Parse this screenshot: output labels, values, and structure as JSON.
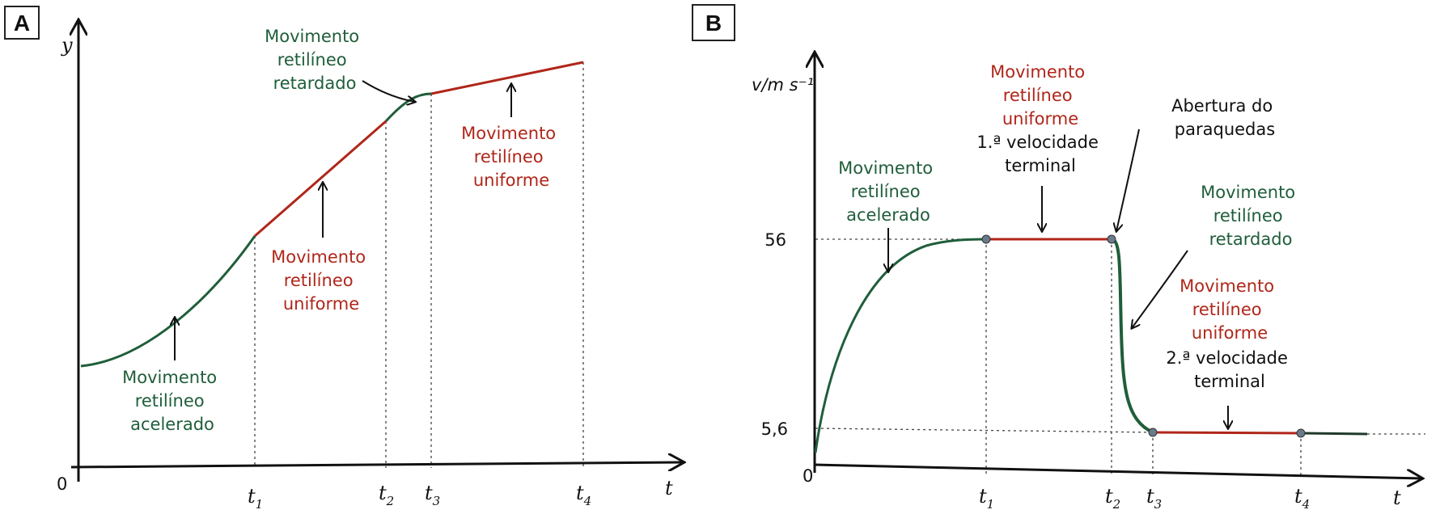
{
  "colors": {
    "accelerated": "#1f5e3a",
    "uniform": "#b0261a",
    "decelerated": "#1f5e3a",
    "axis": "#111111",
    "point": "#6a7a8c"
  },
  "panels": {
    "a": {
      "letter": "A"
    },
    "b": {
      "letter": "B"
    }
  },
  "chart_data": [
    {
      "type": "line",
      "panel": "A",
      "ylabel": "y",
      "xlabel": "t",
      "origin_label": "0",
      "x_ticks": [
        {
          "base": "t",
          "sub": "1"
        },
        {
          "base": "t",
          "sub": "2"
        },
        {
          "base": "t",
          "sub": "3"
        },
        {
          "base": "t",
          "sub": "4"
        }
      ],
      "x": [
        0,
        1,
        2,
        2.35,
        3.5
      ],
      "y": [
        0.4,
        1.0,
        1.6,
        1.72,
        1.92
      ],
      "segments": [
        {
          "from": 0,
          "to": 1,
          "kind": "accelerated"
        },
        {
          "from": 1,
          "to": 2,
          "kind": "uniform"
        },
        {
          "from": 2,
          "to": 2.35,
          "kind": "decelerated"
        },
        {
          "from": 2.35,
          "to": 3.5,
          "kind": "uniform"
        }
      ],
      "annotations": [
        {
          "lines": [
            "Movimento",
            "retilíneo",
            "acelerado"
          ],
          "color": "green"
        },
        {
          "lines": [
            "Movimento",
            "retilíneo",
            "uniforme"
          ],
          "color": "red"
        },
        {
          "lines": [
            "Movimento",
            "retilíneo",
            "retardado"
          ],
          "color": "green"
        },
        {
          "lines": [
            "Movimento",
            "retilíneo",
            "uniforme"
          ],
          "color": "red"
        }
      ],
      "grid": false
    },
    {
      "type": "line",
      "panel": "B",
      "ylabel": "v/m s⁻¹",
      "xlabel": "t",
      "origin_label": "0",
      "y_ticks": [
        "56",
        "5,6"
      ],
      "x_ticks": [
        {
          "base": "t",
          "sub": "1"
        },
        {
          "base": "t",
          "sub": "2"
        },
        {
          "base": "t",
          "sub": "3"
        },
        {
          "base": "t",
          "sub": "4"
        }
      ],
      "levels": {
        "first_terminal": 56,
        "second_terminal": 5.6
      },
      "key_points": [
        {
          "t": "t1",
          "v": 56
        },
        {
          "t": "t2",
          "v": 56
        },
        {
          "t": "t3",
          "v": 5.6
        },
        {
          "t": "t4",
          "v": 5.6
        }
      ],
      "annotations": [
        {
          "lines": [
            "Movimento",
            "retilíneo",
            "acelerado"
          ],
          "color": "green"
        },
        {
          "lines": [
            "Movimento",
            "retilíneo",
            "uniforme"
          ],
          "color": "red"
        },
        {
          "lines": [
            "1.ª velocidade",
            "terminal"
          ],
          "color": "black"
        },
        {
          "lines": [
            "Abertura do",
            "paraquedas"
          ],
          "color": "black"
        },
        {
          "lines": [
            "Movimento",
            "retilíneo",
            "retardado"
          ],
          "color": "green"
        },
        {
          "lines": [
            "Movimento",
            "retilíneo",
            "uniforme"
          ],
          "color": "red"
        },
        {
          "lines": [
            "2.ª velocidade",
            "terminal"
          ],
          "color": "black"
        }
      ],
      "grid": false
    }
  ]
}
